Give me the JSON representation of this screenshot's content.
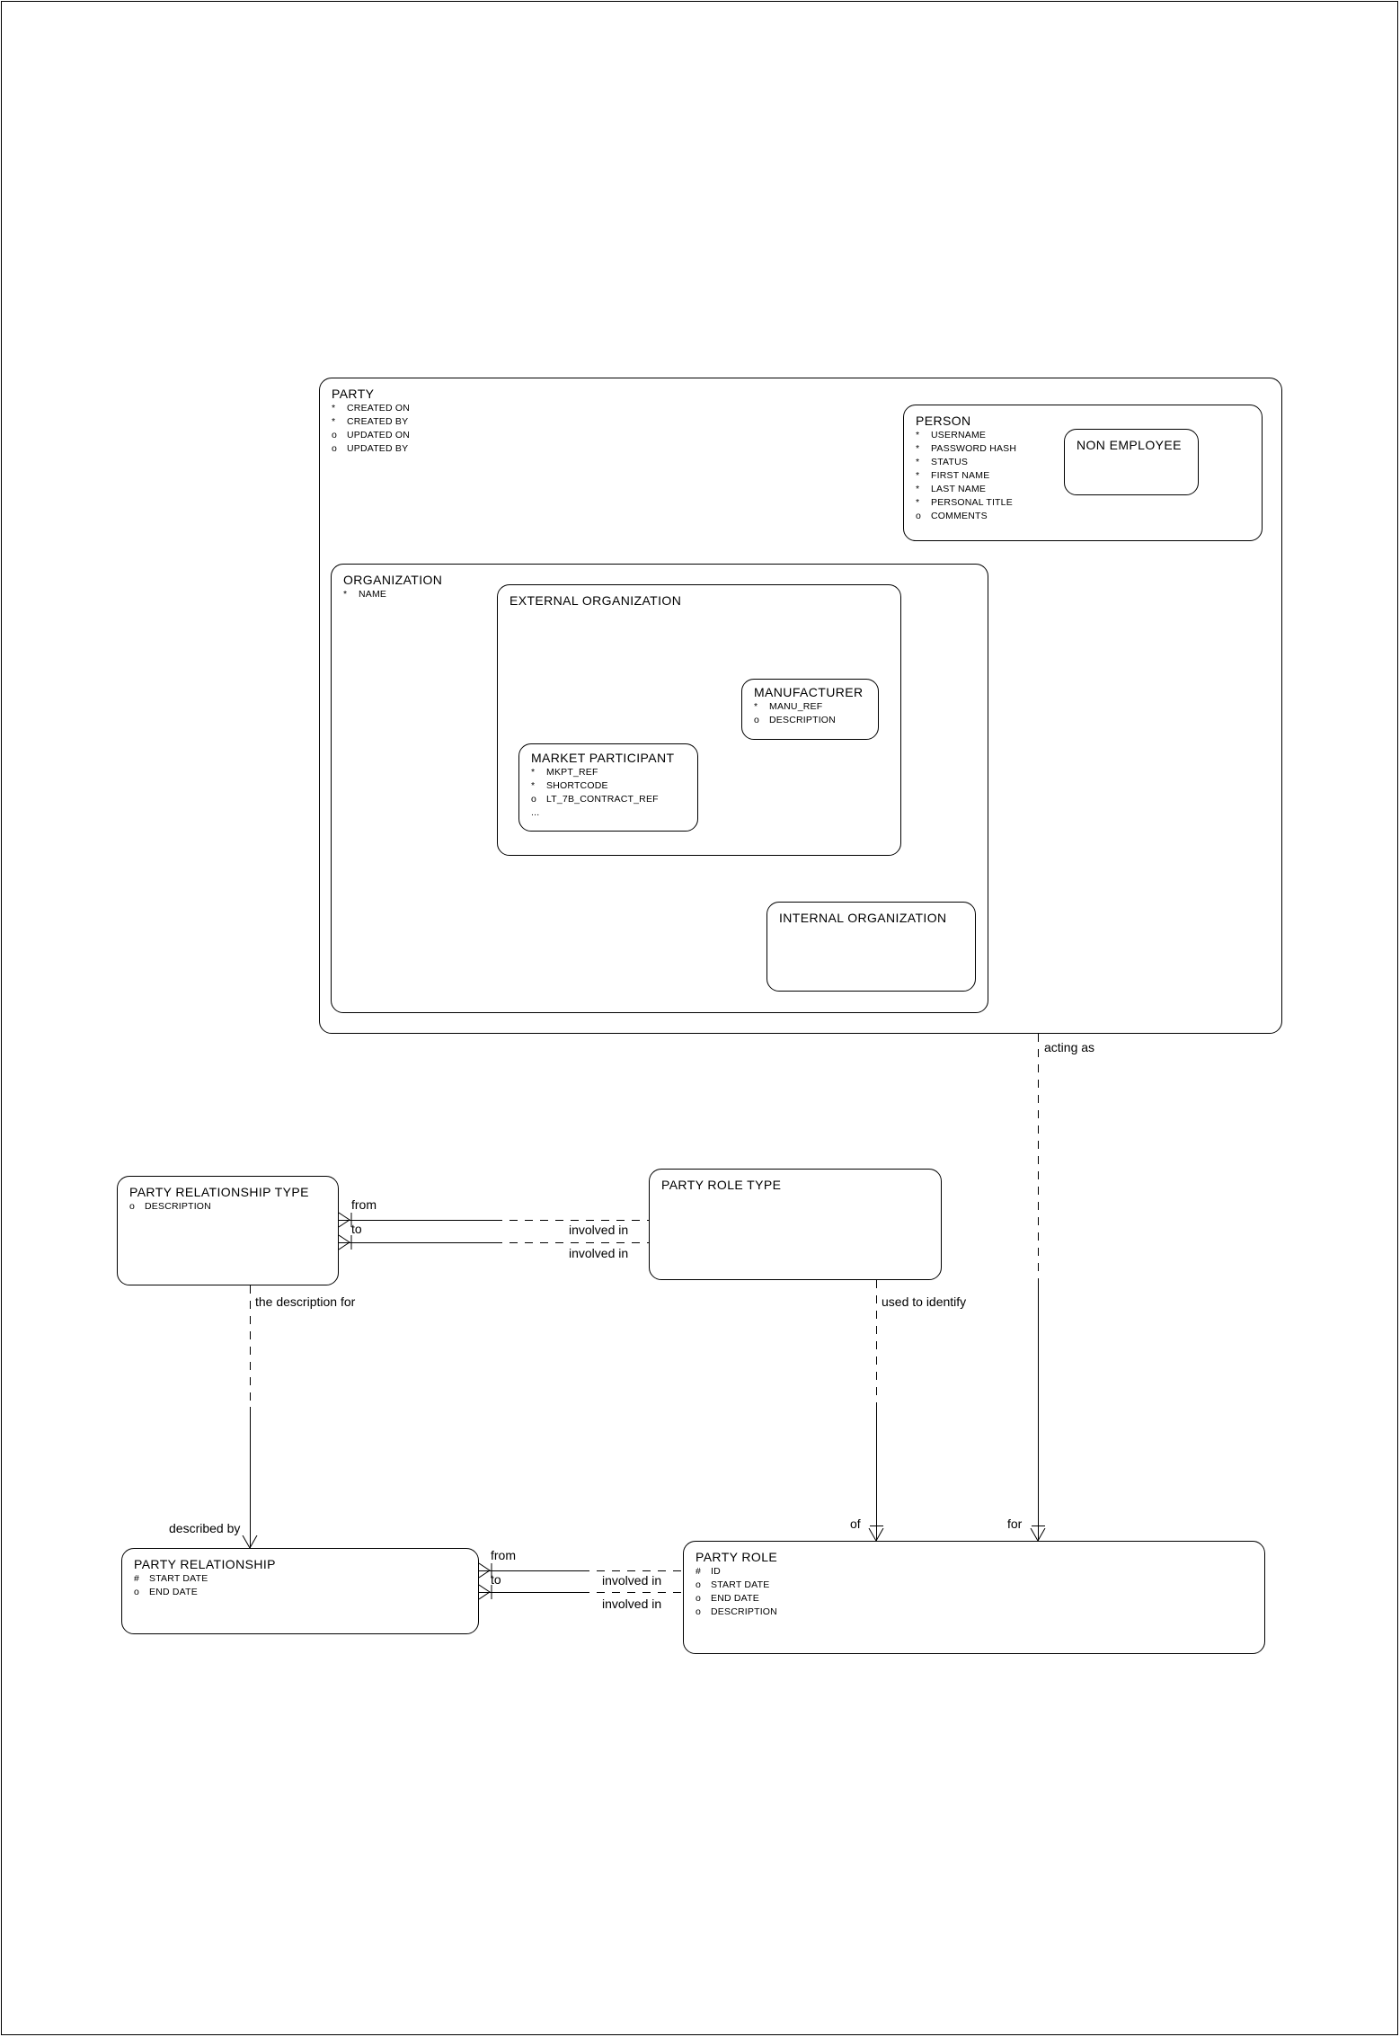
{
  "canvas": {
    "background": "#ffffff",
    "line_color": "#000000"
  },
  "entities": {
    "party": {
      "title": "PARTY",
      "attrs": [
        {
          "m": "*",
          "n": "CREATED ON"
        },
        {
          "m": "*",
          "n": "CREATED BY"
        },
        {
          "m": "o",
          "n": "UPDATED ON"
        },
        {
          "m": "o",
          "n": "UPDATED BY"
        }
      ]
    },
    "person": {
      "title": "PERSON",
      "attrs": [
        {
          "m": "*",
          "n": "USERNAME"
        },
        {
          "m": "*",
          "n": "PASSWORD HASH"
        },
        {
          "m": "*",
          "n": "STATUS"
        },
        {
          "m": "*",
          "n": "FIRST NAME"
        },
        {
          "m": "*",
          "n": "LAST NAME"
        },
        {
          "m": "*",
          "n": "PERSONAL TITLE"
        },
        {
          "m": "o",
          "n": "COMMENTS"
        }
      ]
    },
    "non_employee": {
      "title": "NON EMPLOYEE"
    },
    "organization": {
      "title": "ORGANIZATION",
      "attrs": [
        {
          "m": "*",
          "n": "NAME"
        }
      ]
    },
    "external_org": {
      "title": "EXTERNAL ORGANIZATION"
    },
    "manufacturer": {
      "title": "MANUFACTURER",
      "attrs": [
        {
          "m": "*",
          "n": "MANU_REF"
        },
        {
          "m": "o",
          "n": "DESCRIPTION"
        }
      ]
    },
    "market_participant": {
      "title": "MARKET PARTICIPANT",
      "attrs": [
        {
          "m": "*",
          "n": "MKPT_REF"
        },
        {
          "m": "*",
          "n": "SHORTCODE"
        },
        {
          "m": "o",
          "n": "LT_7B_CONTRACT_REF"
        },
        {
          "m": "...",
          "n": ""
        }
      ]
    },
    "internal_org": {
      "title": "INTERNAL ORGANIZATION"
    },
    "party_relationship_type": {
      "title": "PARTY RELATIONSHIP TYPE",
      "attrs": [
        {
          "m": "o",
          "n": "DESCRIPTION"
        }
      ]
    },
    "party_role_type": {
      "title": "PARTY ROLE TYPE"
    },
    "party_relationship": {
      "title": "PARTY RELATIONSHIP",
      "attrs": [
        {
          "m": "#",
          "n": "START DATE"
        },
        {
          "m": "o",
          "n": "END DATE"
        }
      ]
    },
    "party_role": {
      "title": "PARTY ROLE",
      "attrs": [
        {
          "m": "#",
          "n": "ID"
        },
        {
          "m": "o",
          "n": "START DATE"
        },
        {
          "m": "o",
          "n": "END DATE"
        },
        {
          "m": "o",
          "n": "DESCRIPTION"
        }
      ]
    }
  },
  "relationships": {
    "acting_as": "acting as",
    "prt_from": "from",
    "prt_to": "to",
    "prt_involved_in_top": "involved in",
    "prt_involved_in_bottom": "involved in",
    "pr_from": "from",
    "pr_to": "to",
    "pr_involved_in_top": "involved in",
    "pr_involved_in_bottom": "involved in",
    "the_description_for": "the description for",
    "described_by": "described by",
    "used_to_identify": "used to identify",
    "of_label": "of",
    "for_label": "for"
  }
}
